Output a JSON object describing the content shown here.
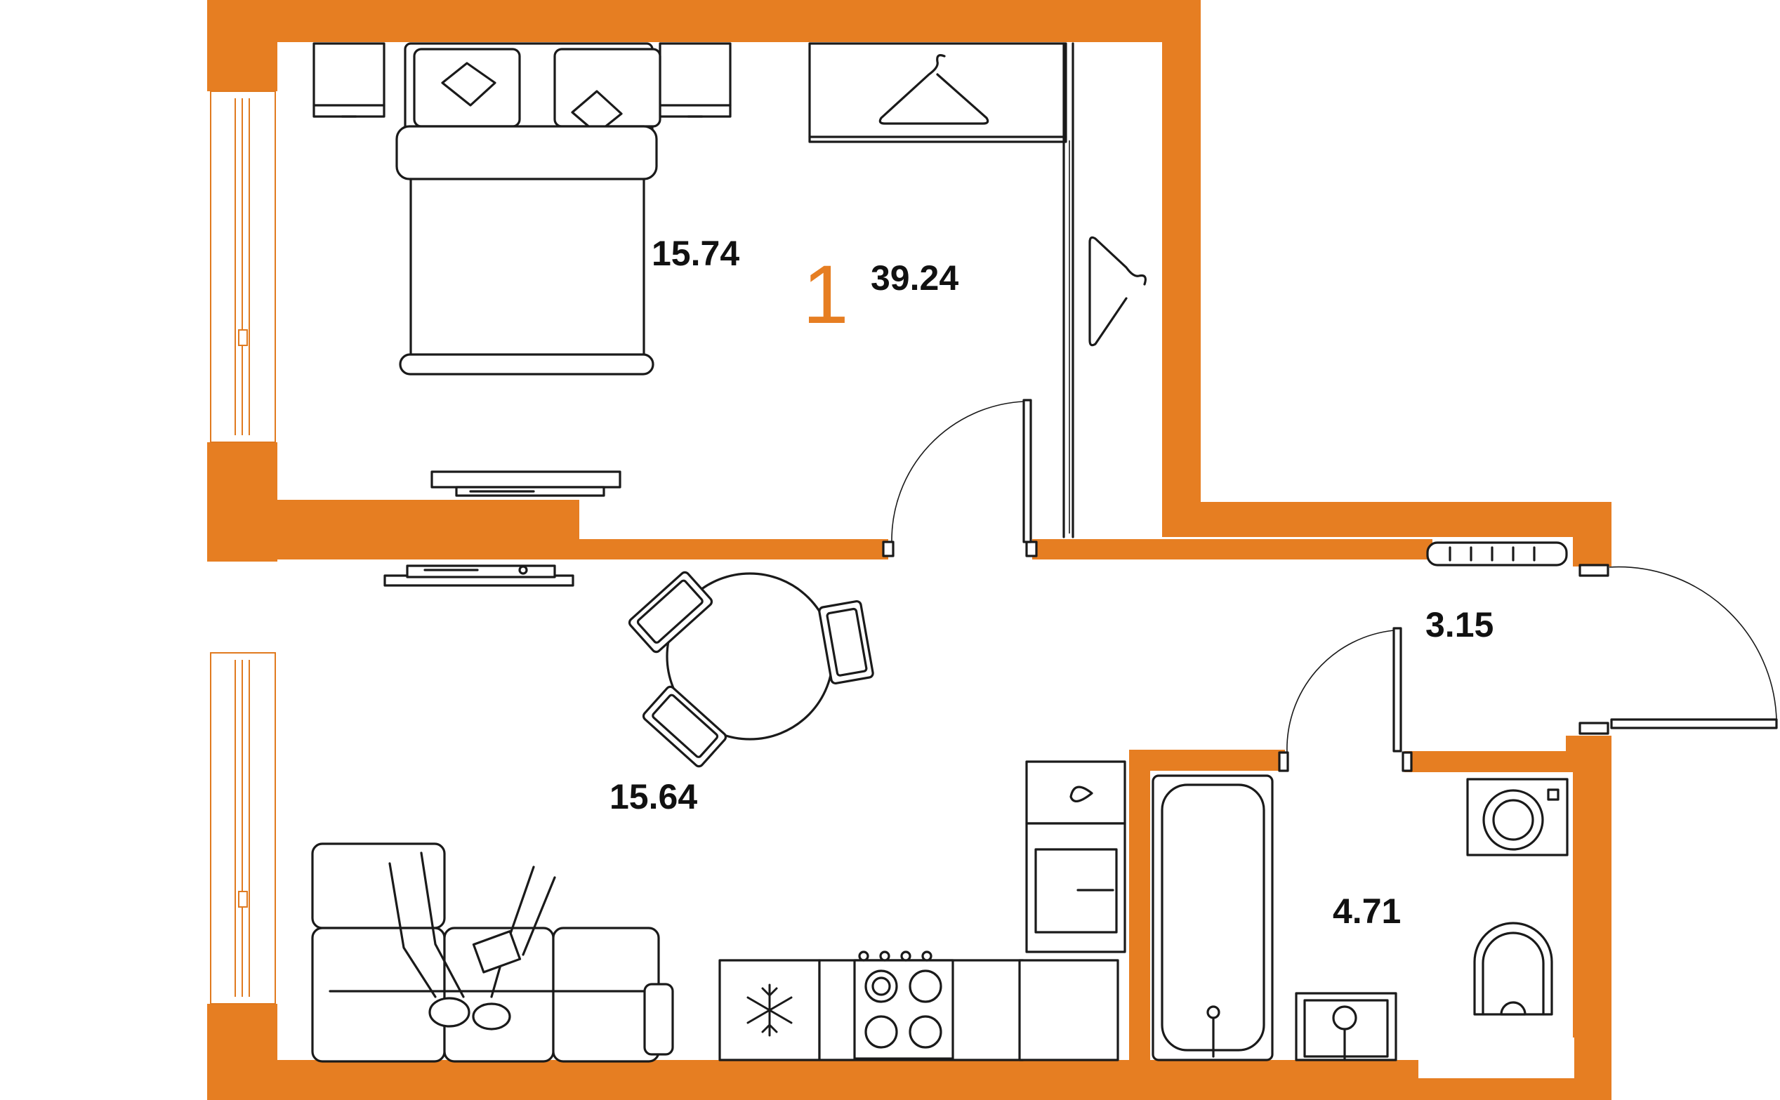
{
  "plan": {
    "rooms_label": "1",
    "total_area": "39.24",
    "areas": {
      "bedroom": "15.74",
      "living_kitchen": "15.64",
      "hallway": "3.15",
      "bathroom": "4.71"
    }
  },
  "colors": {
    "wall": "#E67E22",
    "fixture_stroke": "#1A1A1A",
    "background": "#FFFFFF"
  },
  "icons": {
    "fridge": "snowflake-icon",
    "wardrobe": "hanger-icon"
  }
}
